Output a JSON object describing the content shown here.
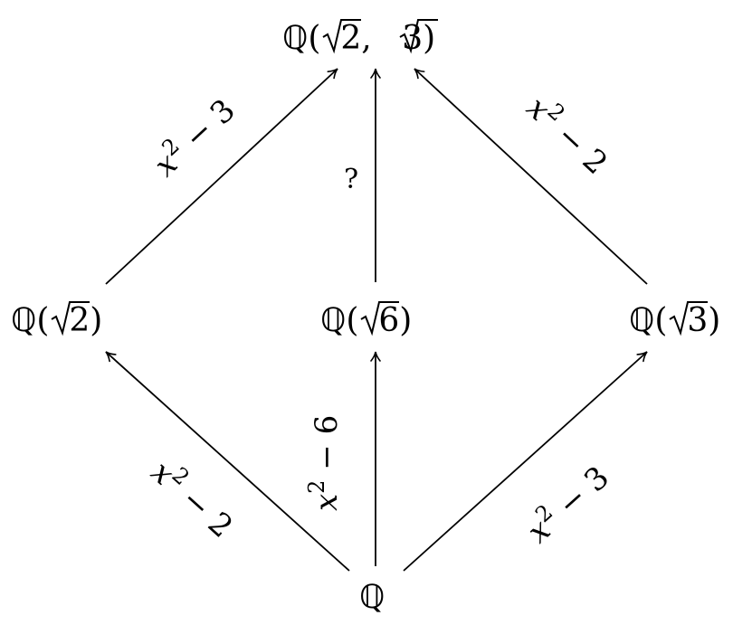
{
  "nodes": {
    "top": {
      "field": "ℚ",
      "open": "(",
      "rad1": "2",
      "sep": ", ",
      "rad2": "3",
      "close": ")"
    },
    "left": {
      "field": "ℚ",
      "open": "(",
      "rad": "2",
      "close": ")"
    },
    "middle": {
      "field": "ℚ",
      "open": "(",
      "rad": "6",
      "close": ")"
    },
    "right": {
      "field": "ℚ",
      "open": "(",
      "rad": "3",
      "close": ")"
    },
    "bottom": {
      "field": "ℚ"
    }
  },
  "edges": {
    "left_to_top": {
      "var": "x",
      "exp": "2",
      "rest": " − 3"
    },
    "middle_to_top": {
      "label": "?"
    },
    "right_to_top": {
      "var": "x",
      "exp": "2",
      "rest": " − 2"
    },
    "bottom_to_left": {
      "var": "x",
      "exp": "2",
      "rest": " − 2"
    },
    "bottom_to_middle": {
      "var": "x",
      "exp": "2",
      "rest": " − 6"
    },
    "bottom_to_right": {
      "var": "x",
      "exp": "2",
      "rest": " − 3"
    }
  },
  "colors": {
    "ink": "#000000",
    "background": "#ffffff"
  }
}
